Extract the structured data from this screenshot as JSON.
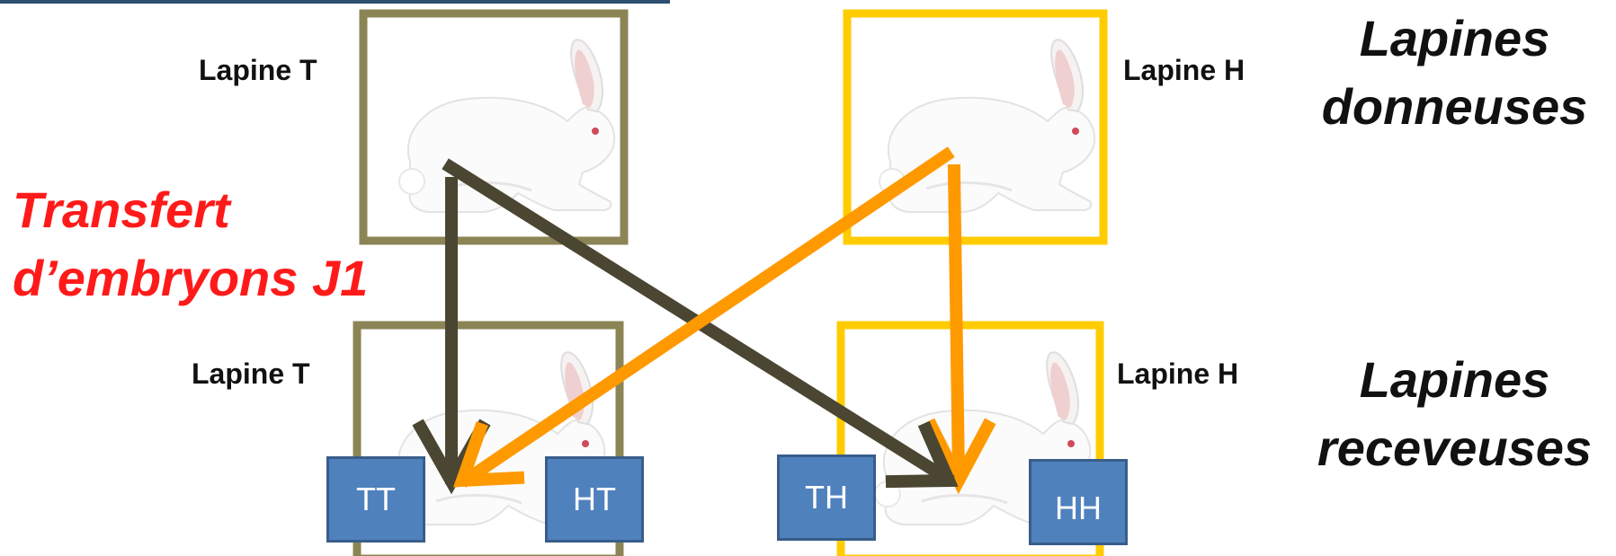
{
  "colors": {
    "group_t": "#8b8556",
    "group_h": "#ffcc00",
    "arrow_t": "#4a4632",
    "arrow_h": "#ff9900",
    "transfer_text": "#ff1a1a",
    "tag_fill": "#4f81bd"
  },
  "donors": {
    "left_label": "Lapine T",
    "right_label": "Lapine H",
    "heading_line1": "Lapines",
    "heading_line2": "donneuses"
  },
  "recipients": {
    "left_label": "Lapine T",
    "right_label": "Lapine H",
    "heading_line1": "Lapines",
    "heading_line2": "receveuses"
  },
  "transfer": {
    "line1": "Transfert",
    "line2": "d’embryons J1"
  },
  "tags": {
    "tt": "TT",
    "ht": "HT",
    "th": "TH",
    "hh": "HH"
  },
  "icons": {
    "rabbit": "white-rabbit-icon"
  }
}
